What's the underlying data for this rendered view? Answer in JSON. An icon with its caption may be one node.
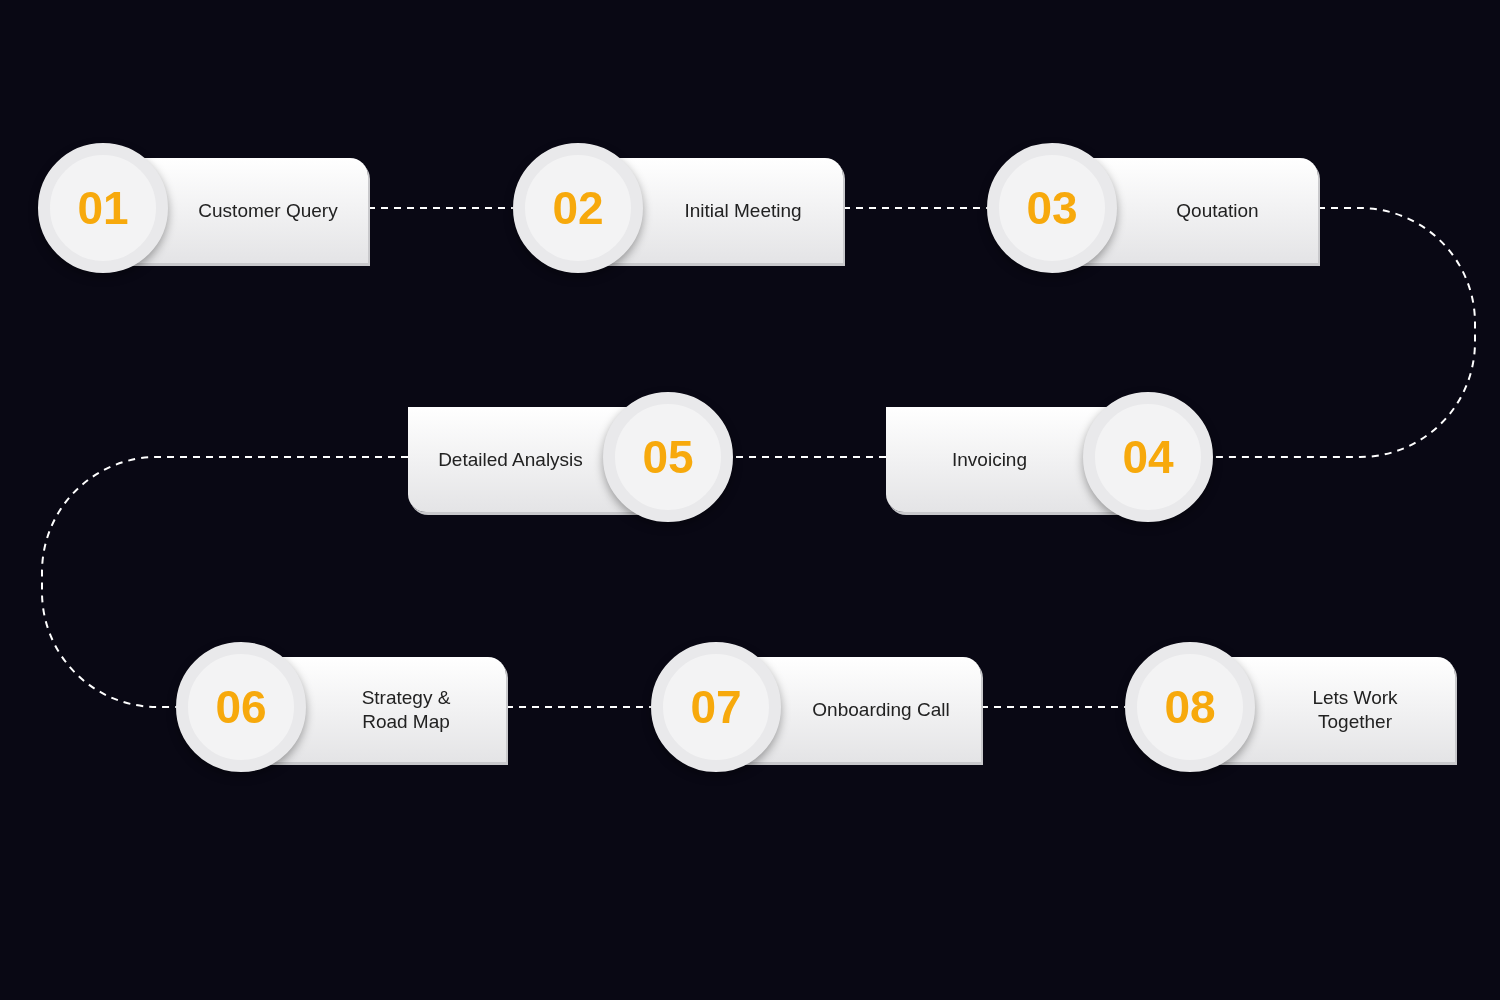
{
  "diagram": {
    "nodes": [
      {
        "text": [
          "01",
          "Customer Query"
        ]
      },
      {
        "text": [
          "02",
          "Initial Meeting"
        ]
      },
      {
        "text": [
          "03",
          "Qoutation"
        ]
      },
      {
        "text": [
          "Invoicing",
          "04"
        ]
      },
      {
        "text": [
          "Detailed Analysis",
          "05"
        ]
      },
      {
        "text": [
          "06",
          "Strategy & Road Map"
        ]
      },
      {
        "text": [
          "07",
          "Onboarding Call"
        ]
      },
      {
        "text": [
          "08",
          "Lets Work Together"
        ]
      }
    ],
    "edges": [
      {
        "from": 0,
        "to": 1,
        "arrow": "none",
        "style": "dashed"
      },
      {
        "from": 1,
        "to": 2,
        "arrow": "none",
        "style": "dashed"
      },
      {
        "from": 2,
        "to": 3,
        "arrow": "none",
        "style": "dashed"
      },
      {
        "from": 3,
        "to": 4,
        "arrow": "none",
        "style": "dashed"
      },
      {
        "from": 4,
        "to": 5,
        "arrow": "none",
        "style": "dashed"
      },
      {
        "from": 5,
        "to": 6,
        "arrow": "none",
        "style": "dashed"
      },
      {
        "from": 6,
        "to": 7,
        "arrow": "none",
        "style": "dashed"
      }
    ]
  }
}
